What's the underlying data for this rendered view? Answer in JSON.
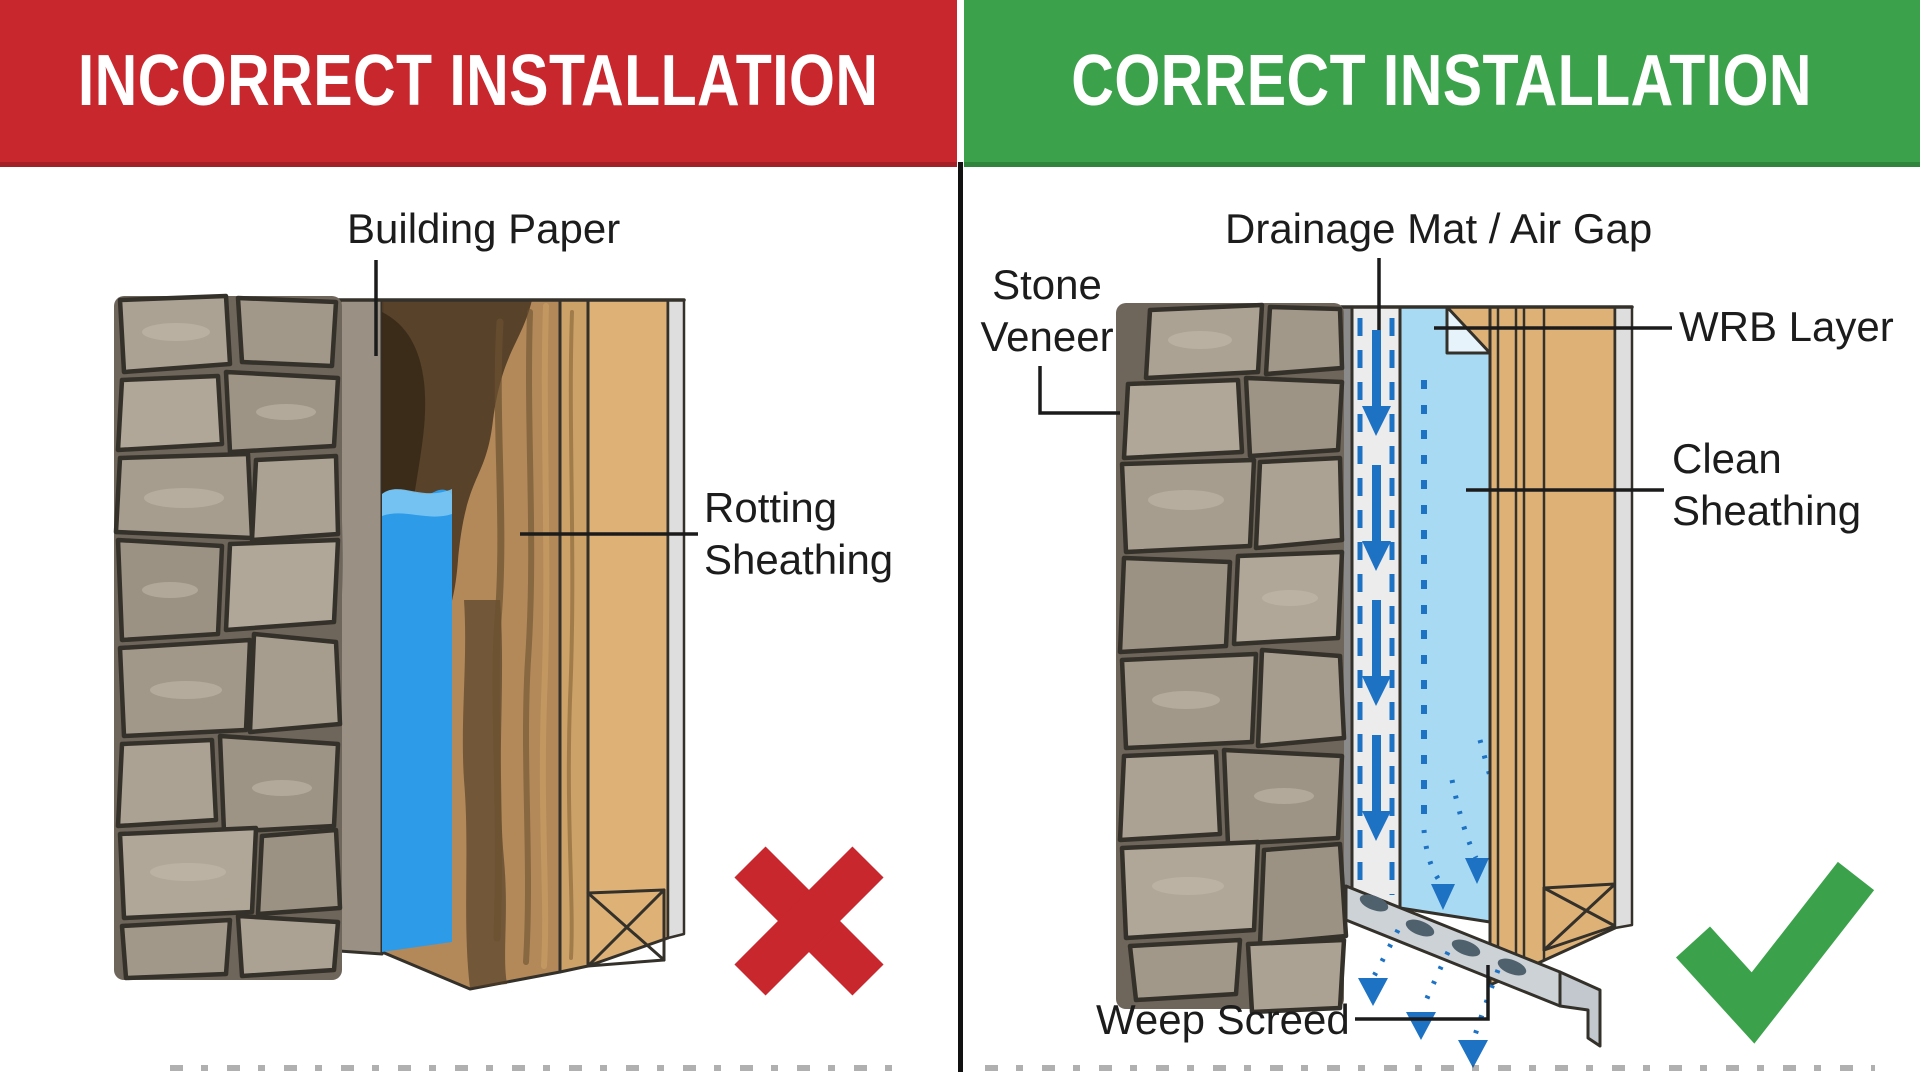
{
  "left_panel": {
    "title": "INCORRECT INSTALLATION",
    "banner_color": "#C8272E",
    "verdict_icon": "x-mark",
    "verdict_color": "#C8272E",
    "labels": {
      "building_paper": "Building Paper",
      "rotting_sheathing": [
        "Rotting",
        "Sheathing"
      ]
    }
  },
  "right_panel": {
    "title": "CORRECT INSTALLATION",
    "banner_color": "#3BA24B",
    "verdict_icon": "check-mark",
    "verdict_color": "#3BA24B",
    "labels": {
      "drainage_mat": "Drainage Mat / Air Gap",
      "stone_veneer": [
        "Stone",
        "Veneer"
      ],
      "wrb_layer": "WRB Layer",
      "clean_sheathing": [
        "Clean",
        "Sheathing"
      ],
      "weep_screed": "Weep Screed"
    }
  },
  "colors": {
    "banner_red": "#C8272E",
    "banner_green": "#3BA24B",
    "water_blue": "#2D9BE8",
    "wrb_light_blue": "#A9DAF3",
    "flow_arrow_blue": "#1D72C4",
    "label_text": "#1C1C1C"
  }
}
